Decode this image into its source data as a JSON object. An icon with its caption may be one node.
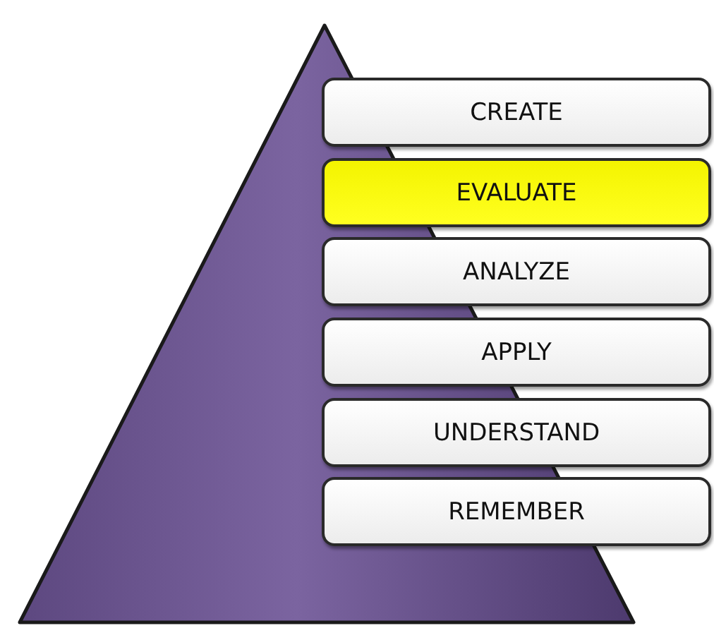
{
  "diagram": {
    "nodes": [
      {
        "text": [
          "CREATE"
        ]
      },
      {
        "text": [
          "EVALUATE"
        ]
      },
      {
        "text": [
          "ANALYZE"
        ]
      },
      {
        "text": [
          "APPLY"
        ]
      },
      {
        "text": [
          "UNDERSTAND"
        ]
      },
      {
        "text": [
          "REMEMBER"
        ]
      }
    ]
  }
}
